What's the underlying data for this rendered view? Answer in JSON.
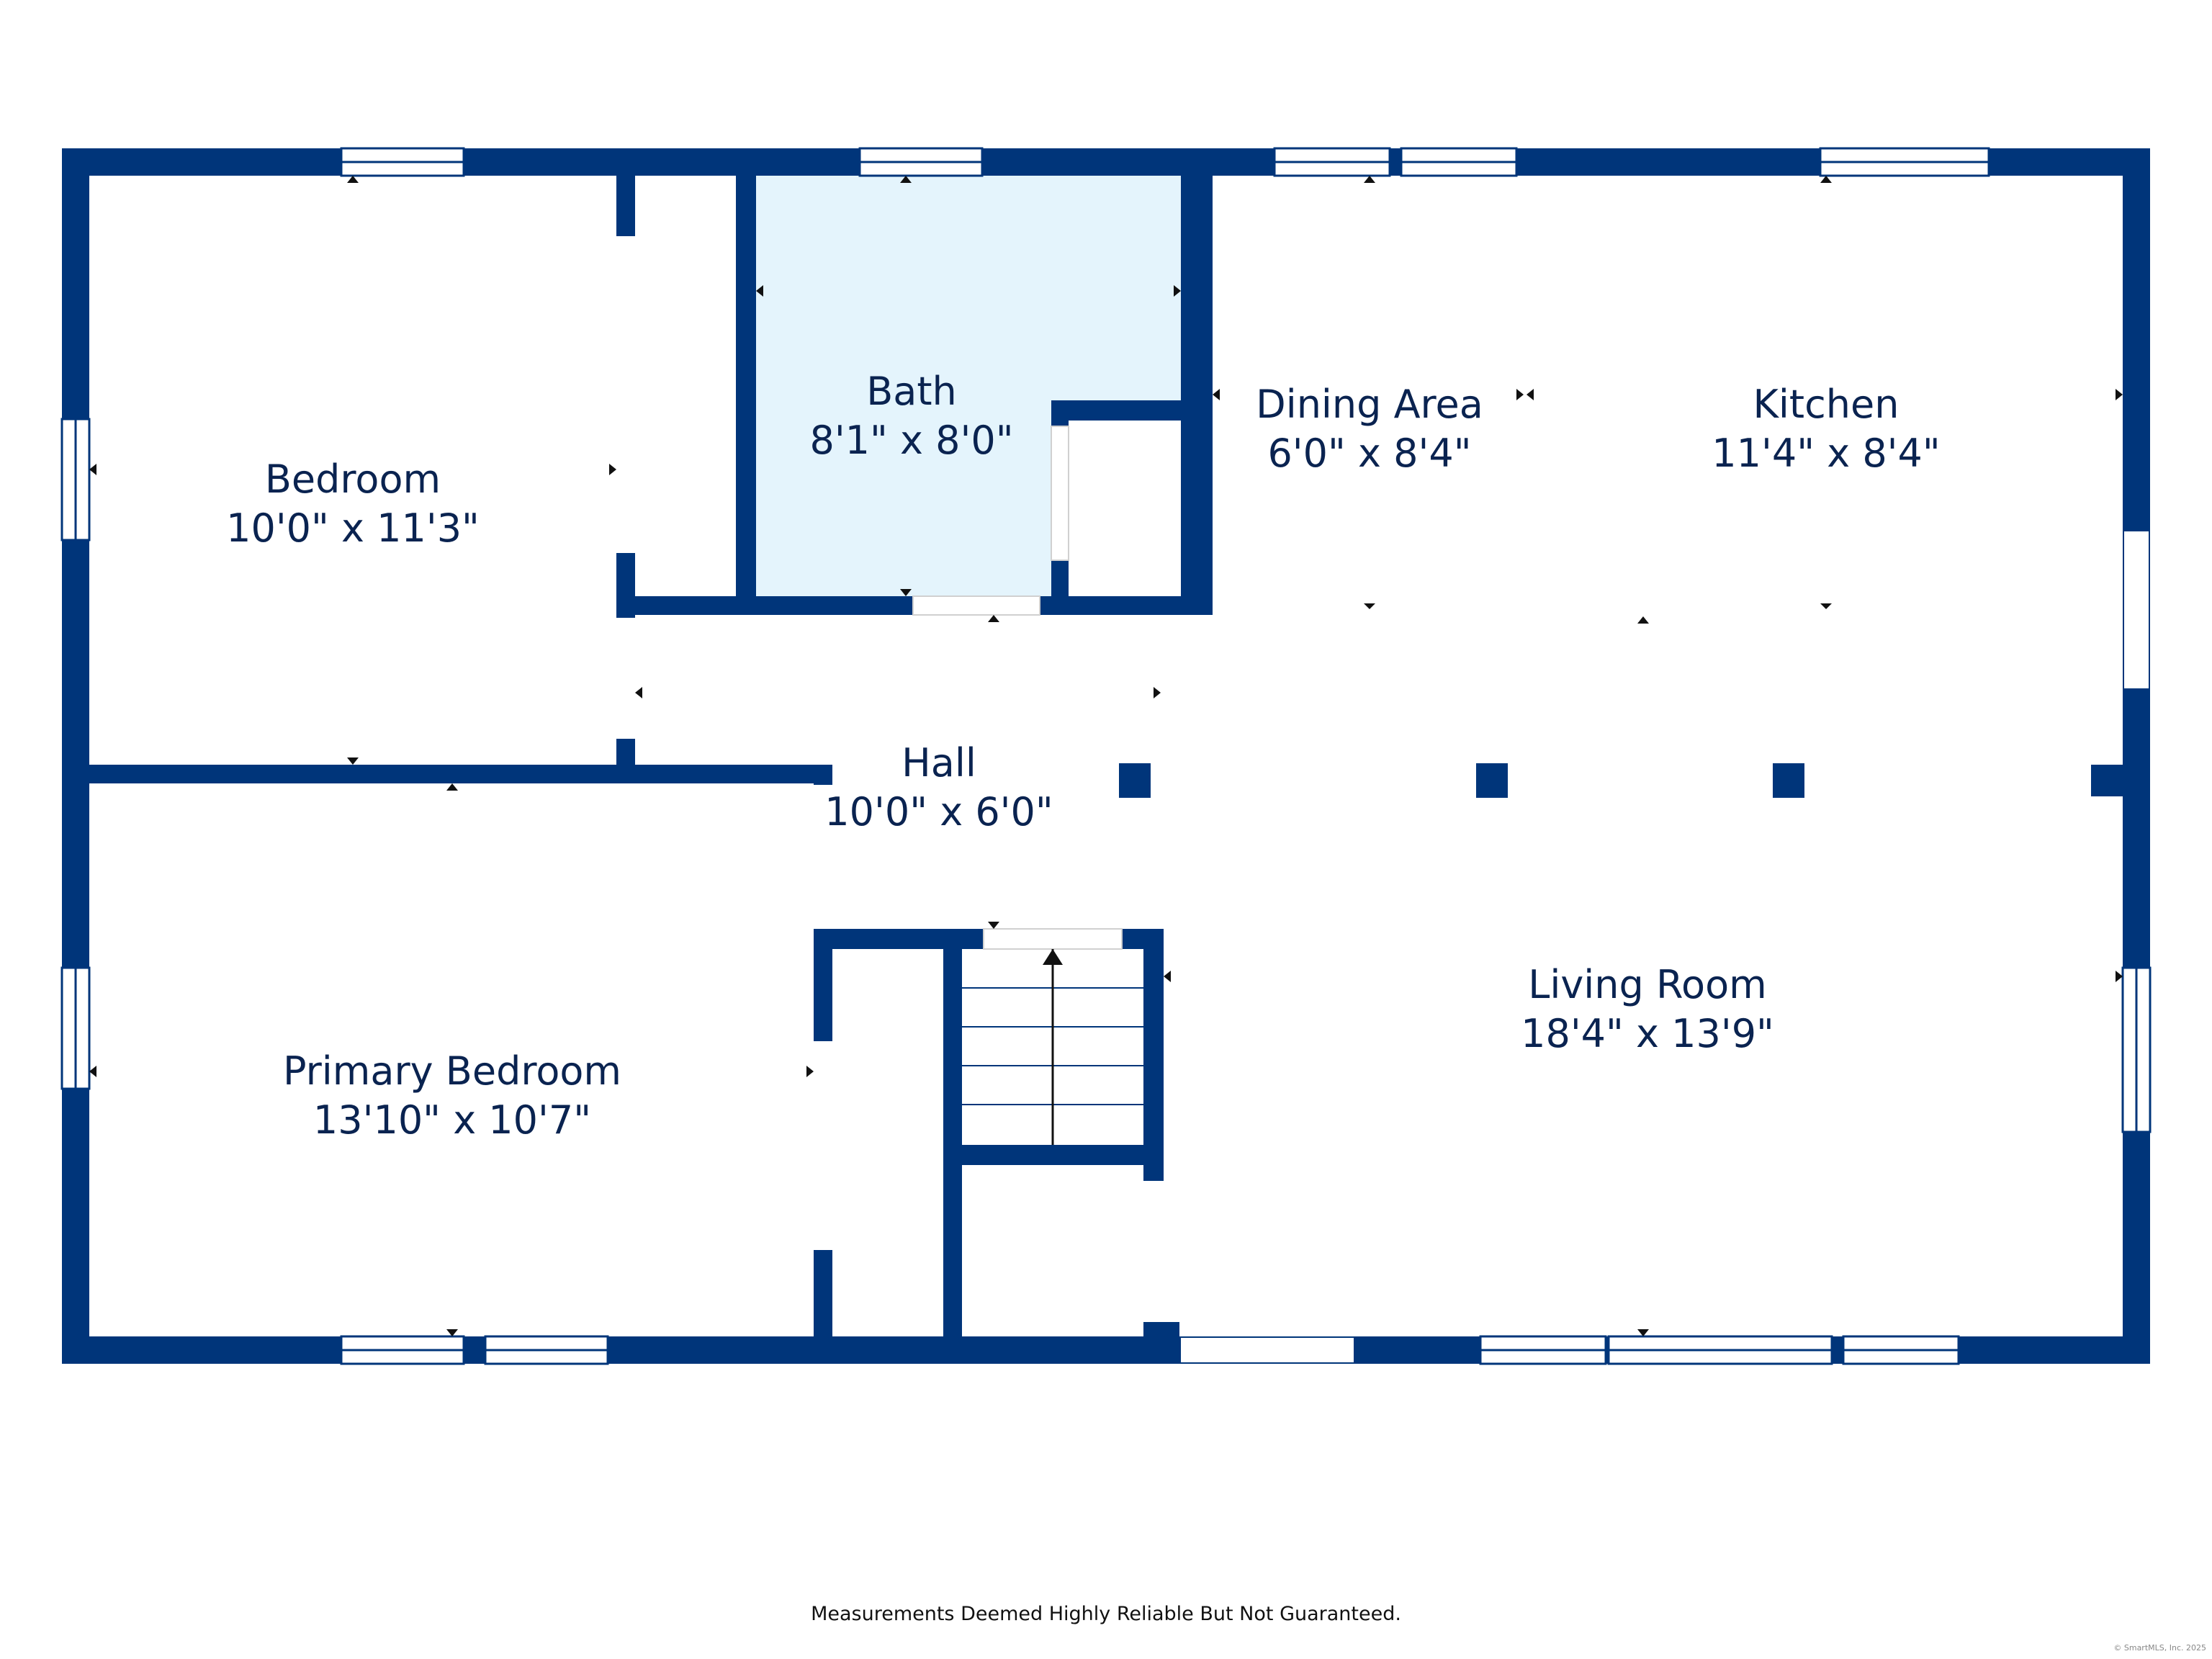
{
  "colors": {
    "wall": "#00357a",
    "bath_fill": "#e4f4fc",
    "label": "#0a2350",
    "background": "#ffffff"
  },
  "rooms": {
    "bedroom": {
      "name": "Bedroom",
      "dims": "10'0\" x 11'3\""
    },
    "bath": {
      "name": "Bath",
      "dims": "8'1\" x 8'0\""
    },
    "dining": {
      "name": "Dining Area",
      "dims": "6'0\" x 8'4\""
    },
    "kitchen": {
      "name": "Kitchen",
      "dims": "11'4\" x 8'4\""
    },
    "hall": {
      "name": "Hall",
      "dims": "10'0\" x 6'0\""
    },
    "primary": {
      "name": "Primary Bedroom",
      "dims": "13'10\" x 10'7\""
    },
    "living": {
      "name": "Living Room",
      "dims": "18'4\" x 13'9\""
    }
  },
  "footer": {
    "disclaimer": "Measurements Deemed Highly Reliable But Not Guaranteed.",
    "copyright": "© SmartMLS, Inc. 2025"
  }
}
